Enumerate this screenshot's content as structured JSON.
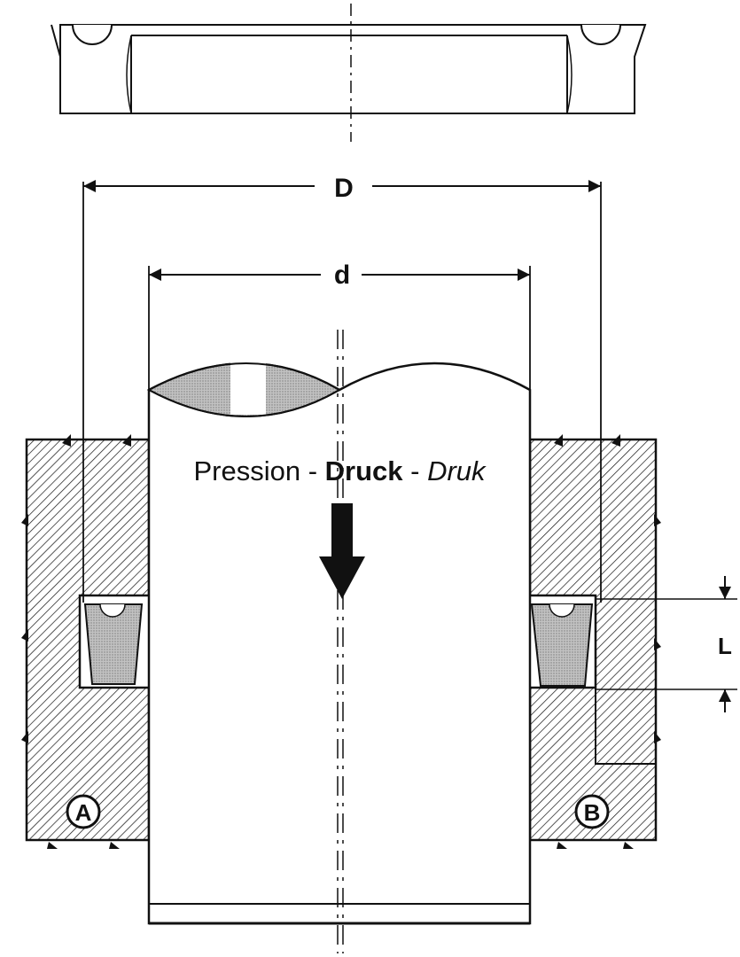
{
  "labels": {
    "outer_diameter": "D",
    "inner_diameter": "d",
    "length": "L",
    "housing_a": "A",
    "housing_b": "B",
    "pressure": {
      "fr": "Pression",
      "sep1": " - ",
      "de": "Druck",
      "sep2": " - ",
      "nl": "Druk"
    }
  },
  "colors": {
    "ink": "#111111",
    "hatch_fill": "#ffffff",
    "seal_fill": "#b9b9b9"
  }
}
